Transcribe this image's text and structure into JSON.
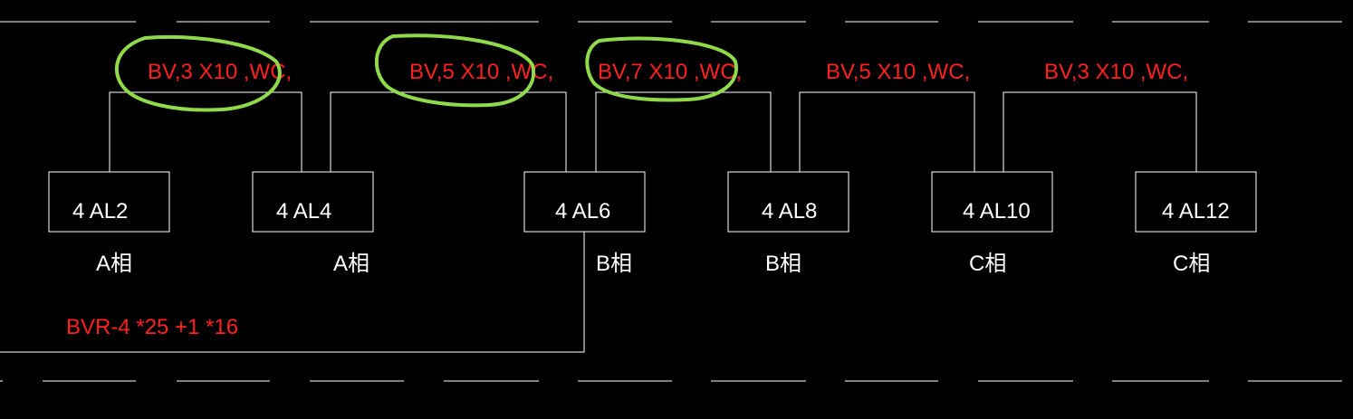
{
  "colors": {
    "background": "#000000",
    "line": "#ffffff",
    "cable_label": "#ff2020",
    "highlight": "#8fd94a"
  },
  "main_cable": {
    "label": "BVR-4 *25 +1 *16"
  },
  "panels": [
    {
      "name": "4 AL2",
      "phase": "A相"
    },
    {
      "name": "4 AL4",
      "phase": "A相"
    },
    {
      "name": "4 AL6",
      "phase": "B相"
    },
    {
      "name": "4 AL8",
      "phase": "B相"
    },
    {
      "name": "4 AL10",
      "phase": "C相"
    },
    {
      "name": "4 AL12",
      "phase": "C相"
    }
  ],
  "links": [
    {
      "label": "BV,3 X10 ,WC,",
      "highlighted": true
    },
    {
      "label": "BV,5 X10 ,WC,",
      "highlighted": true
    },
    {
      "label": "BV,7 X10 ,WC,",
      "highlighted": true
    },
    {
      "label": "BV,5 X10 ,WC,",
      "highlighted": false
    },
    {
      "label": "BV,3 X10 ,WC,",
      "highlighted": false
    }
  ]
}
